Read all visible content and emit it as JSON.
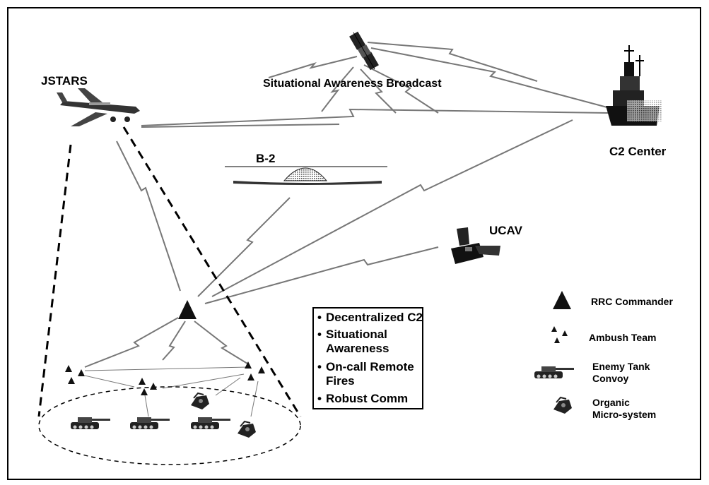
{
  "labels": {
    "jstars": "JSTARS",
    "broadcast": "Situational Awareness Broadcast",
    "c2_center": "C2 Center",
    "b2": "B-2",
    "ucav": "UCAV"
  },
  "features": [
    "Decentralized C2",
    "Situational",
    "Awareness",
    "On-call Remote",
    "Fires",
    "Robust Comm"
  ],
  "legend": {
    "rrc_commander": "RRC Commander",
    "ambush_team": "Ambush Team",
    "enemy_tank_line1": "Enemy Tank",
    "enemy_tank_line2": "Convoy",
    "organic_line1": "Organic",
    "organic_line2": "Micro-system"
  },
  "icons": {
    "satellite": "satellite-icon",
    "jstars_aircraft": "aircraft-icon",
    "c2_ship": "warship-icon",
    "b2_bomber": "stealth-bomber-icon",
    "ucav": "ucav-icon",
    "commander": "triangle-icon",
    "ambush_team": "triangle-cluster-icon",
    "tank": "tank-icon",
    "micro_system": "micro-system-icon"
  }
}
